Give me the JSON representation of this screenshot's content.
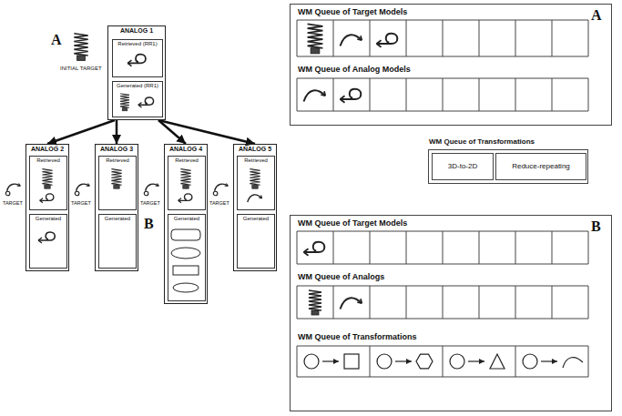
{
  "diagram": {
    "nodes": [
      {
        "text": [
          "ANALOG 1"
        ]
      },
      {
        "text": [
          "Retrieved (RR1)"
        ],
        "in": 0
      },
      {
        "text": [
          "Generated (RR1)"
        ],
        "in": 0
      },
      {
        "text": [
          "ANALOG 2"
        ]
      },
      {
        "text": [
          "Retrieved"
        ],
        "in": 3
      },
      {
        "text": [
          "Generated"
        ],
        "in": 3
      },
      {
        "text": [
          "ANALOG 3"
        ]
      },
      {
        "text": [
          "Retrieved"
        ],
        "in": 6
      },
      {
        "text": [
          "Generated"
        ],
        "in": 6
      },
      {
        "text": [
          "ANALOG 4"
        ]
      },
      {
        "text": [
          "Retrieved"
        ],
        "in": 9
      },
      {
        "text": [
          "Generated"
        ],
        "in": 9
      },
      {
        "text": [
          "ANALOG 5"
        ]
      },
      {
        "text": [
          "Retrieved"
        ],
        "in": 12
      },
      {
        "text": [
          "Generated"
        ],
        "in": 12
      },
      {
        "text": [
          "WM Queue of Target Models",
          "A",
          "WM Queue of Analog Models"
        ]
      },
      {
        "text": [
          "WM Queue of Transformations"
        ]
      },
      {
        "text": [
          "3D-to-2D"
        ],
        "in": 16
      },
      {
        "text": [
          "Reduce-repeating"
        ],
        "in": 16
      },
      {
        "text": [
          "WM Queue of Target Models",
          "B",
          "WM Queue of Analogs",
          "WM Queue of Transformations"
        ]
      }
    ],
    "edges": [
      {
        "from": 0,
        "to": 3,
        "arrow": "to"
      },
      {
        "from": 0,
        "to": 6,
        "arrow": "to"
      },
      {
        "from": 0,
        "to": 9,
        "arrow": "to"
      },
      {
        "from": 0,
        "to": 12,
        "arrow": "to"
      }
    ],
    "labels": [
      "A",
      "INITIAL TARGET",
      "TARGET",
      "TARGET",
      "TARGET",
      "B",
      "TARGET"
    ]
  }
}
